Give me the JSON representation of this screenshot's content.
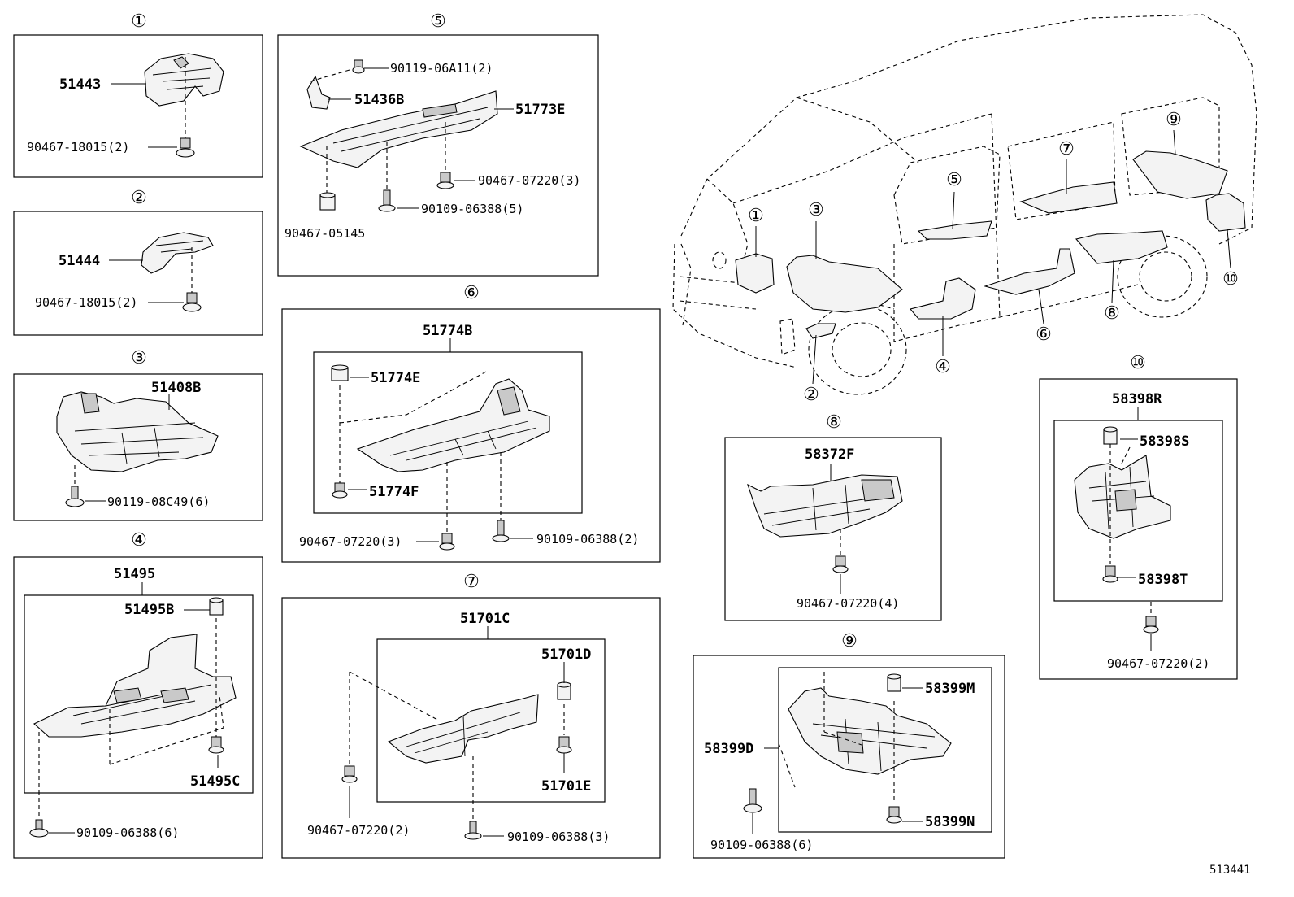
{
  "sections": [
    {
      "num": "①",
      "parts": [
        "51443",
        "90467-18015(2)"
      ]
    },
    {
      "num": "②",
      "parts": [
        "51444",
        "90467-18015(2)"
      ]
    },
    {
      "num": "③",
      "parts": [
        "51408B",
        "90119-08C49(6)"
      ]
    },
    {
      "num": "④",
      "parts": [
        "51495",
        "51495B",
        "51495C",
        "90109-06388(6)"
      ]
    },
    {
      "num": "⑤",
      "parts": [
        "90119-06A11(2)",
        "51436B",
        "51773E",
        "90467-07220(3)",
        "90109-06388(5)",
        "90467-05145"
      ]
    },
    {
      "num": "⑥",
      "parts": [
        "51774B",
        "51774E",
        "51774F",
        "90467-07220(3)",
        "90109-06388(2)"
      ]
    },
    {
      "num": "⑦",
      "parts": [
        "51701C",
        "51701D",
        "51701E",
        "90467-07220(2)",
        "90109-06388(3)"
      ]
    },
    {
      "num": "⑧",
      "parts": [
        "58372F",
        "90467-07220(4)"
      ]
    },
    {
      "num": "⑨",
      "parts": [
        "58399M",
        "58399D",
        "58399N",
        "90109-06388(6)"
      ]
    },
    {
      "num": "⑩",
      "parts": [
        "58398R",
        "58398S",
        "58398T",
        "90467-07220(2)"
      ]
    }
  ],
  "vehicle_callouts": [
    "①",
    "②",
    "③",
    "④",
    "⑤",
    "⑥",
    "⑦",
    "⑧",
    "⑨",
    "⑩"
  ],
  "diagram_id": "513441"
}
